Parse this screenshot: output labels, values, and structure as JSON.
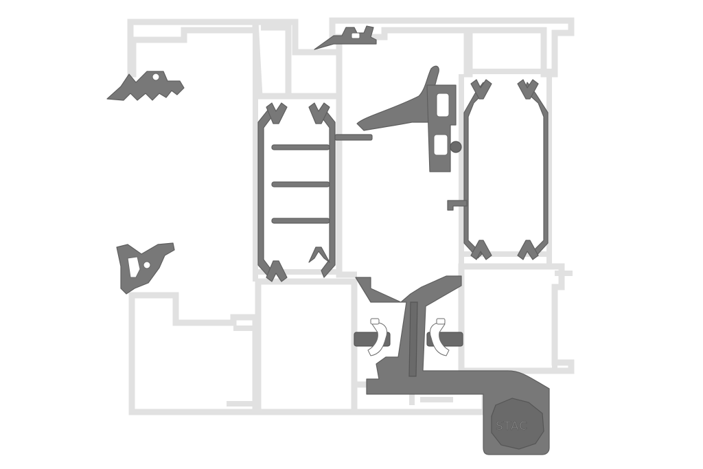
{
  "figure": {
    "description_visible": false,
    "logo": {
      "text": "STAC",
      "icon": "hinge-cap-logo"
    },
    "colors": {
      "ghost_outline": "#e1e1e1",
      "profile_fill": "#787878",
      "profile_dark": "#6a6a6a",
      "background": "#ffffff"
    },
    "components": [
      {
        "id": "outer-frame",
        "icon": "frame-outline"
      },
      {
        "id": "sash-left",
        "icon": "sash-profile"
      },
      {
        "id": "sash-right",
        "icon": "sash-profile"
      },
      {
        "id": "gasket-top-left",
        "icon": "gasket"
      },
      {
        "id": "gasket-top-center",
        "icon": "gasket"
      },
      {
        "id": "gasket-left-lower",
        "icon": "gasket"
      },
      {
        "id": "center-seal",
        "icon": "seal"
      },
      {
        "id": "hinge-body",
        "icon": "hinge"
      },
      {
        "id": "hinge-pins",
        "icon": "pin"
      }
    ]
  }
}
